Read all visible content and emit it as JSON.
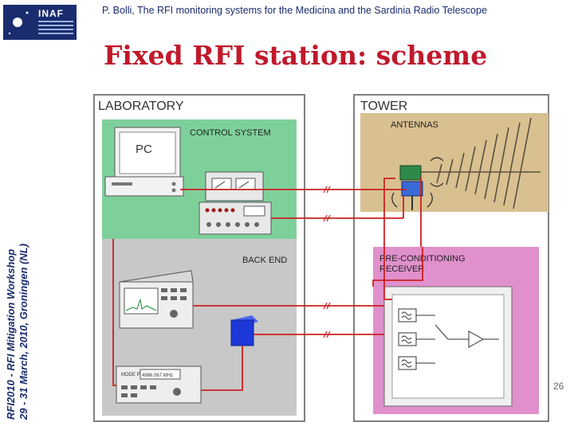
{
  "header": {
    "text": "P. Bolli, The RFI monitoring systems for the Medicina and the Sardinia Radio Telescope"
  },
  "logo": {
    "name": "INAF"
  },
  "slide": {
    "title": "Fixed RFI station: scheme",
    "page": "26"
  },
  "sidebar": {
    "line1": "RFI2010 - RFI Mitigation Workshop",
    "line2": "29 - 31 March, 2010, Groningen (NL)"
  },
  "diagram": {
    "laboratory": "LABORATORY",
    "tower": "TOWER",
    "control_system": "CONTROL SYSTEM",
    "antennas": "ANTENNAS",
    "pc": "PC",
    "back_end": "BACK END",
    "preconditioning_line1": "PRE-CONDITIONING",
    "preconditioning_line2": "RECEIVER",
    "generator_label": "MODE PM",
    "generator_display": "4986.067 MHz",
    "colors": {
      "lab_border": "#808080",
      "control_green": "#7ed09a",
      "backend_gray": "#c8c8c8",
      "antennas_tan": "#d8c090",
      "receiver_pink": "#e090cc",
      "cable_red": "#cc2020",
      "box_blue": "#1c38d8"
    }
  }
}
